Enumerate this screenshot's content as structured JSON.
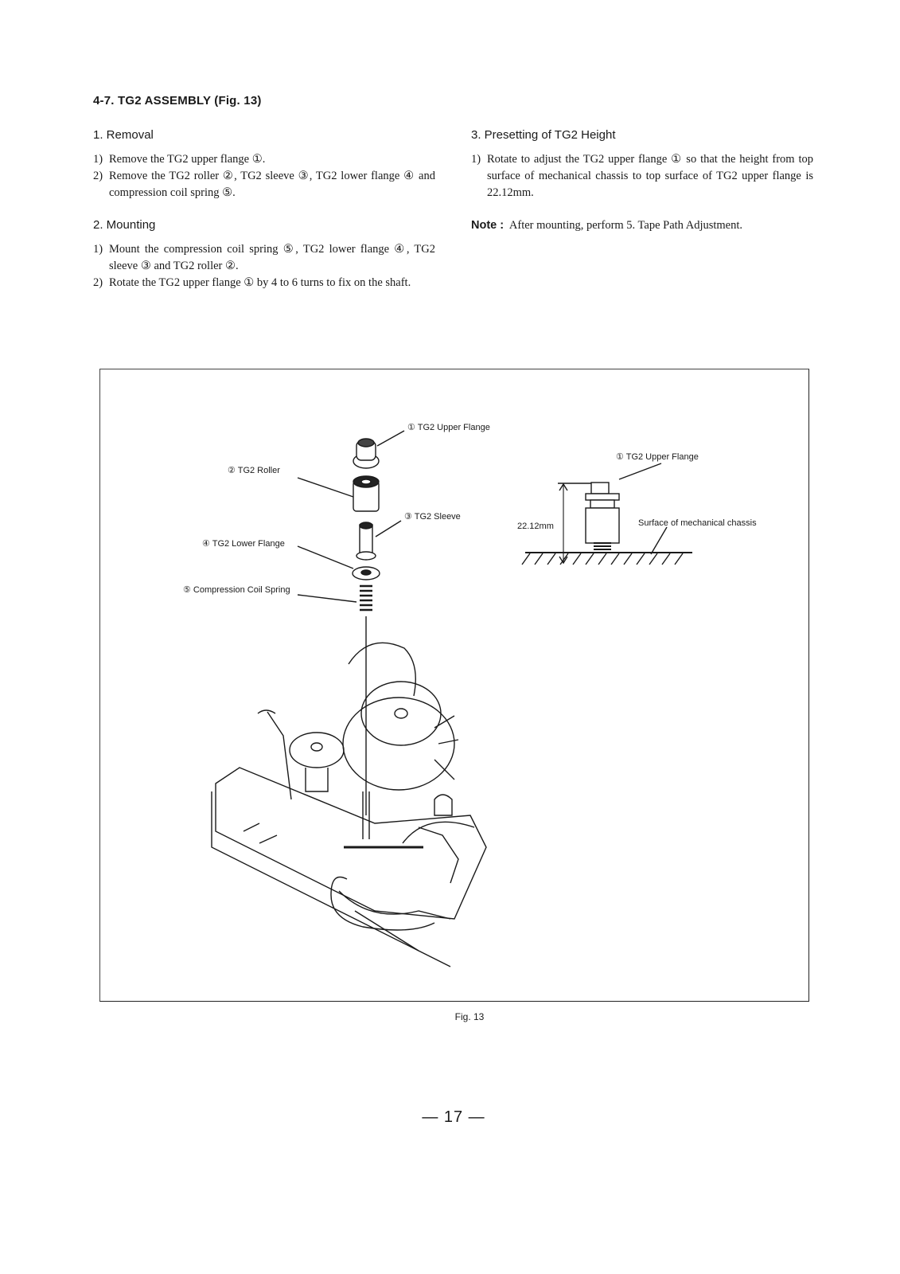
{
  "section_title": "4-7.  TG2 ASSEMBLY (Fig. 13)",
  "removal": {
    "heading": "1.  Removal",
    "steps": [
      {
        "num": "1)",
        "text": "Remove the TG2 upper flange ①."
      },
      {
        "num": "2)",
        "text": "Remove the TG2 roller ②, TG2 sleeve ③, TG2 lower flange ④ and compression coil spring ⑤."
      }
    ]
  },
  "mounting": {
    "heading": "2.  Mounting",
    "steps": [
      {
        "num": "1)",
        "text": "Mount the compression coil spring ⑤, TG2 lower flange ④, TG2 sleeve ③ and TG2 roller ②."
      },
      {
        "num": "2)",
        "text": "Rotate the TG2 upper flange ① by 4 to 6 turns to fix on the shaft."
      }
    ]
  },
  "presetting": {
    "heading": "3.  Presetting of TG2 Height",
    "steps": [
      {
        "num": "1)",
        "text": "Rotate to adjust the TG2 upper flange ① so that the height from top surface of mechanical chassis to top surface of TG2 upper flange is 22.12mm."
      }
    ]
  },
  "note": {
    "label": "Note :",
    "text": "After mounting, perform 5. Tape Path Adjustment."
  },
  "figure": {
    "labels": {
      "upper_flange": "① TG2 Upper Flange",
      "roller": "② TG2 Roller",
      "sleeve": "③ TG2 Sleeve",
      "lower_flange": "④ TG2 Lower Flange",
      "spring": "⑤ Compression Coil Spring",
      "side_upper_flange": "① TG2 Upper Flange",
      "height": "22.12mm",
      "surface": "Surface of mechanical chassis"
    },
    "caption": "Fig. 13"
  },
  "page_number": "— 17 —"
}
